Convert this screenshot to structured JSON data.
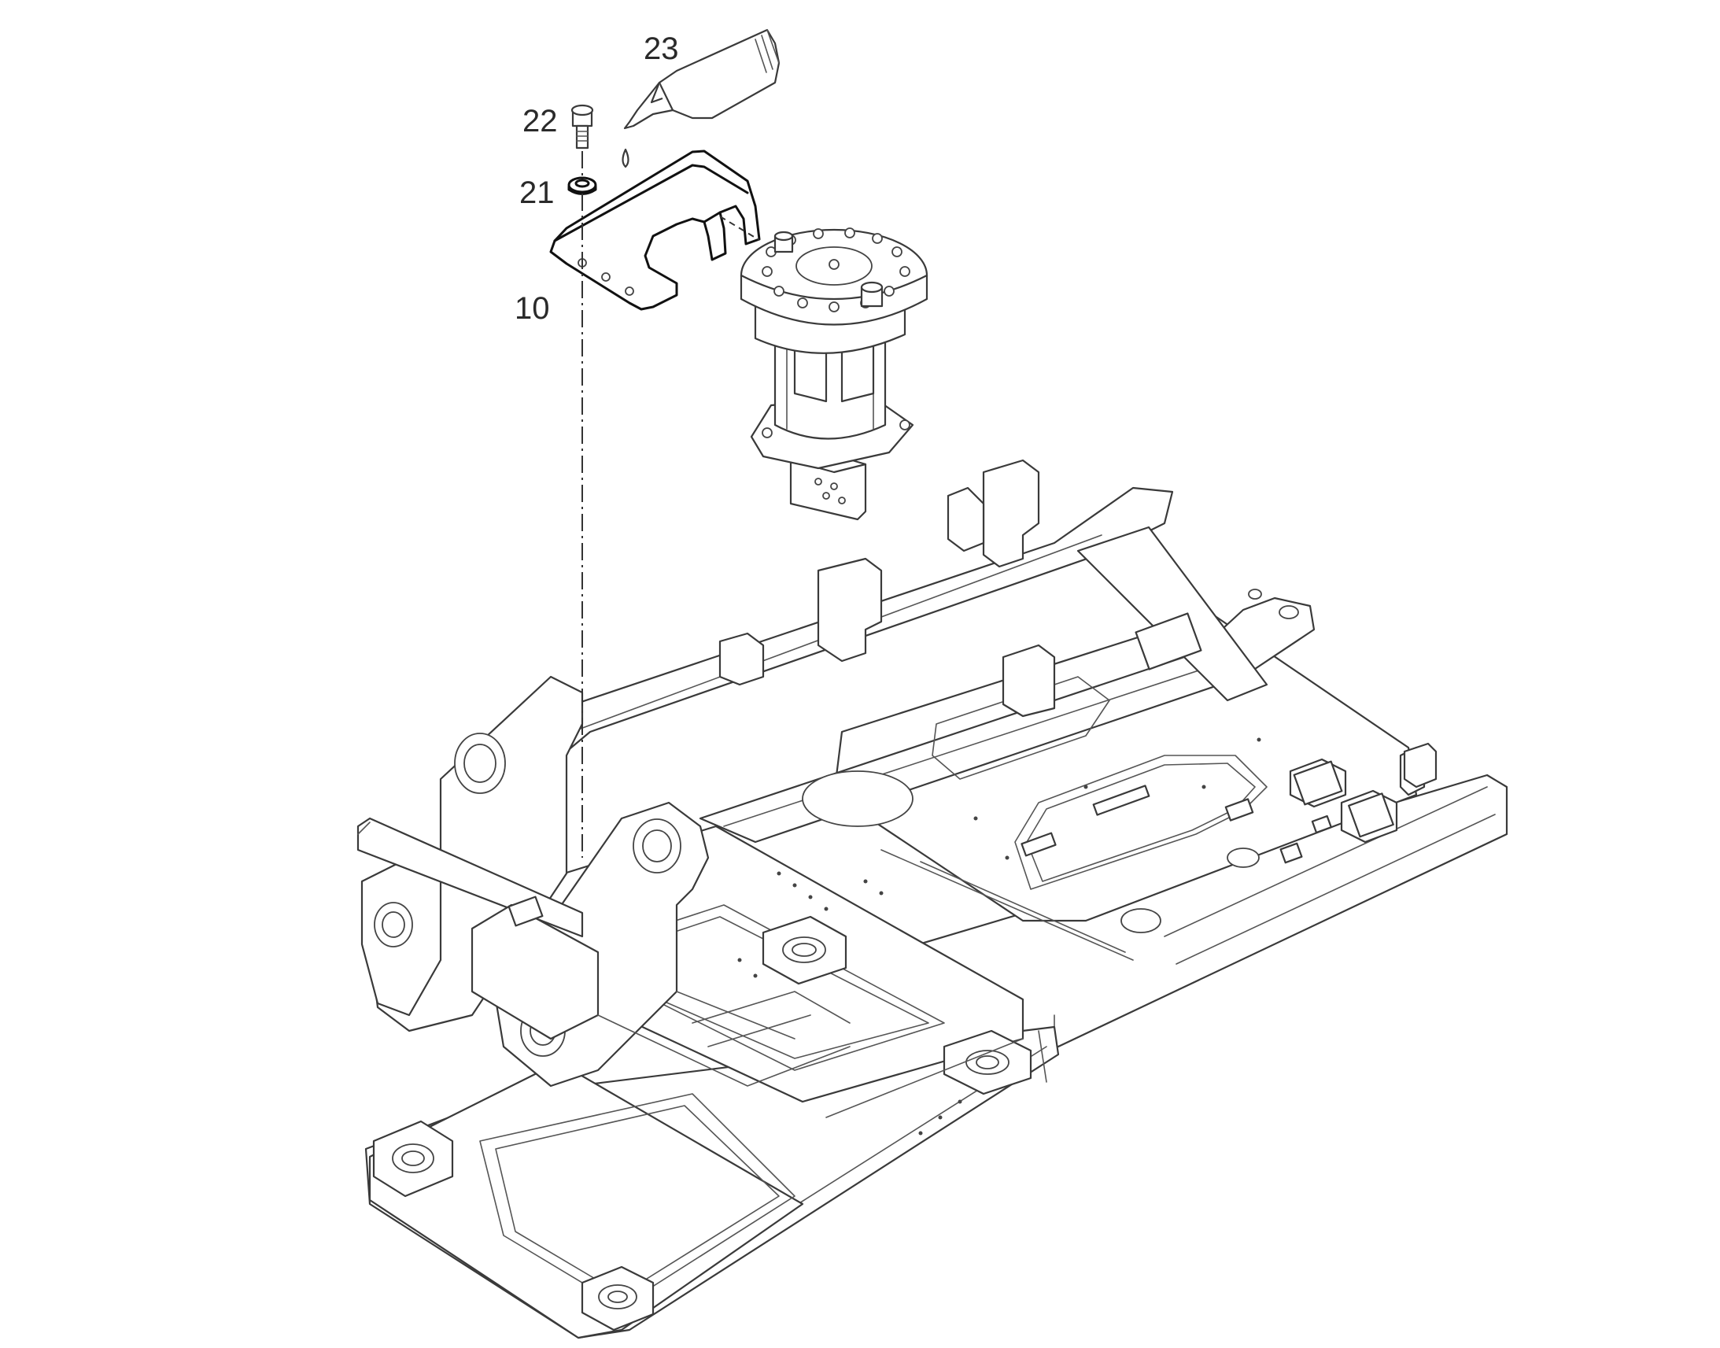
{
  "callouts": {
    "c23": "23",
    "c22": "22",
    "c21": "21",
    "c10": "10"
  }
}
